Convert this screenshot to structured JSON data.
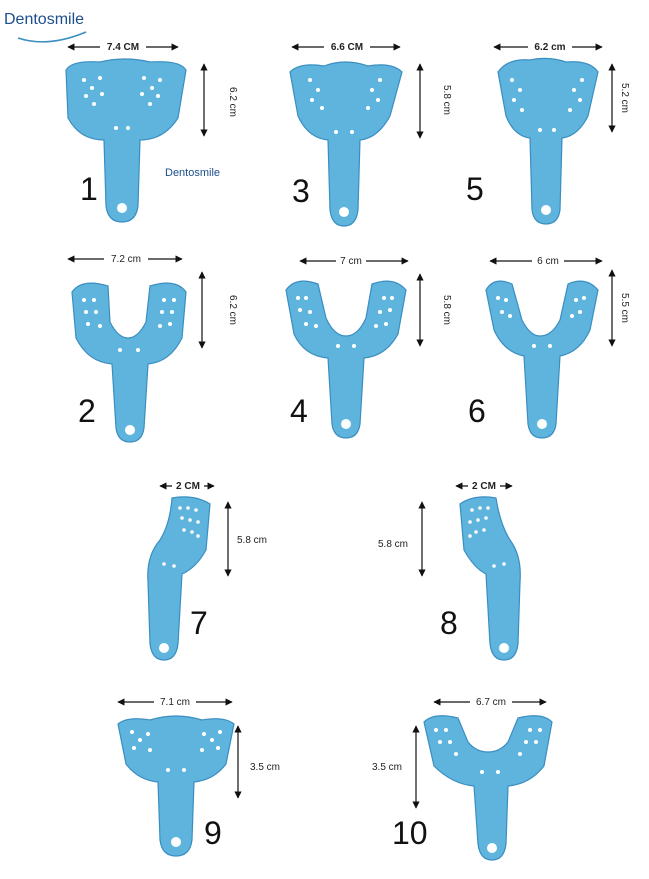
{
  "brand": {
    "logo_text": "Dentosmile",
    "watermark_text": "Dentosmile"
  },
  "colors": {
    "tray": "#5fb4de",
    "tray_edge": "#3a8ec0",
    "brand": "#1d4f8f"
  },
  "trays": [
    {
      "number": "1",
      "width_label": "7.4 CM",
      "height_label": "6.2 cm"
    },
    {
      "number": "3",
      "width_label": "6.6 CM",
      "height_label": "5.8 cm"
    },
    {
      "number": "5",
      "width_label": "6.2 cm",
      "height_label": "5.2 cm"
    },
    {
      "number": "2",
      "width_label": "7.2 cm",
      "height_label": "6.2 cm"
    },
    {
      "number": "4",
      "width_label": "7 cm",
      "height_label": "5.8 cm"
    },
    {
      "number": "6",
      "width_label": "6 cm",
      "height_label": "5.5 cm"
    },
    {
      "number": "7",
      "width_label": "2 CM",
      "height_label": "5.8 cm"
    },
    {
      "number": "8",
      "width_label": "2 CM",
      "height_label": "5.8 cm"
    },
    {
      "number": "9",
      "width_label": "7.1 cm",
      "height_label": "3.5 cm"
    },
    {
      "number": "10",
      "width_label": "6.7 cm",
      "height_label": "3.5 cm"
    }
  ]
}
